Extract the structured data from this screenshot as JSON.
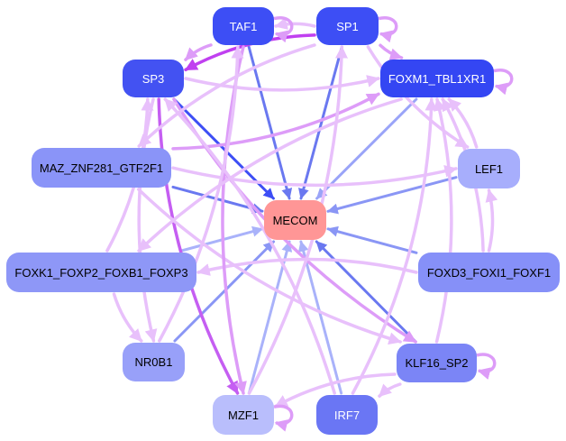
{
  "title": "MECOM regulatory network",
  "nodes": [
    {
      "id": "TAF1",
      "label": "TAF1",
      "color": "#3d4ef5",
      "text": "#ffffff"
    },
    {
      "id": "SP1",
      "label": "SP1",
      "color": "#3d4ef5",
      "text": "#ffffff"
    },
    {
      "id": "SP3",
      "label": "SP3",
      "color": "#4352f2",
      "text": "#ffffff"
    },
    {
      "id": "FOXM1",
      "label": "FOXM1_TBL1XR1",
      "color": "#3446f3",
      "text": "#ffffff"
    },
    {
      "id": "MAZ",
      "label": "MAZ_ZNF281_GTF2F1",
      "color": "#8a94f8",
      "text": "#000000"
    },
    {
      "id": "LEF1",
      "label": "LEF1",
      "color": "#a7aefc",
      "text": "#000000"
    },
    {
      "id": "MECOM",
      "label": "MECOM",
      "color": "#ff9696",
      "text": "#000000"
    },
    {
      "id": "FOXK1",
      "label": "FOXK1_FOXP2_FOXB1_FOXP3",
      "color": "#8e97f7",
      "text": "#000000"
    },
    {
      "id": "FOXD3",
      "label": "FOXD3_FOXI1_FOXF1",
      "color": "#8690f8",
      "text": "#000000"
    },
    {
      "id": "NR0B1",
      "label": "NR0B1",
      "color": "#98a0f9",
      "text": "#000000"
    },
    {
      "id": "KLF16",
      "label": "KLF16_SP2",
      "color": "#7b85f6",
      "text": "#000000"
    },
    {
      "id": "MZF1",
      "label": "MZF1",
      "color": "#b9befc",
      "text": "#000000"
    },
    {
      "id": "IRF7",
      "label": "IRF7",
      "color": "#6a76f4",
      "text": "#ffffff"
    }
  ],
  "edges": [
    {
      "from": "TAF1",
      "to": "MECOM",
      "color": "#6a78f0"
    },
    {
      "from": "SP1",
      "to": "MECOM",
      "color": "#6a78f0"
    },
    {
      "from": "SP3",
      "to": "MECOM",
      "color": "#3d4ef5"
    },
    {
      "from": "FOXM1",
      "to": "MECOM",
      "color": "#9aa4f8"
    },
    {
      "from": "MAZ",
      "to": "MECOM",
      "color": "#6a78f0"
    },
    {
      "from": "LEF1",
      "to": "MECOM",
      "color": "#8a96f5"
    },
    {
      "from": "FOXK1",
      "to": "MECOM",
      "color": "#a9b2fa"
    },
    {
      "from": "FOXD3",
      "to": "MECOM",
      "color": "#8a96f5"
    },
    {
      "from": "NR0B1",
      "to": "MECOM",
      "color": "#8a96f5"
    },
    {
      "from": "KLF16",
      "to": "MECOM",
      "color": "#6a78f0"
    },
    {
      "from": "MZF1",
      "to": "MECOM",
      "color": "#a9b2fa"
    },
    {
      "from": "IRF7",
      "to": "MECOM",
      "color": "#a9b2fa"
    },
    {
      "from": "SP1",
      "to": "SP3",
      "color": "#c040f0"
    },
    {
      "from": "SP3",
      "to": "FOXM1",
      "color": "#e8c0fb"
    },
    {
      "from": "TAF1",
      "to": "SP3",
      "color": "#dd9cf8"
    },
    {
      "from": "SP1",
      "to": "FOXM1",
      "color": "#dd9cf8"
    },
    {
      "from": "SP1",
      "to": "TAF1",
      "color": "#e8c0fb"
    },
    {
      "from": "MAZ",
      "to": "FOXM1",
      "color": "#dd9cf8"
    },
    {
      "from": "MAZ",
      "to": "LEF1",
      "color": "#e8c0fb"
    },
    {
      "from": "SP3",
      "to": "MZF1",
      "color": "#c55ef2"
    },
    {
      "from": "SP3",
      "to": "KLF16",
      "color": "#dd9cf8"
    },
    {
      "from": "MAZ",
      "to": "KLF16",
      "color": "#e8c0fb"
    },
    {
      "from": "FOXD3",
      "to": "FOXK1",
      "color": "#e8c0fb"
    },
    {
      "from": "KLF16",
      "to": "MZF1",
      "color": "#e8c0fb"
    },
    {
      "from": "KLF16",
      "to": "IRF7",
      "color": "#e8c0fb"
    },
    {
      "from": "KLF16",
      "to": "FOXM1",
      "color": "#e8c0fb"
    },
    {
      "from": "FOXK1",
      "to": "SP3",
      "color": "#e8c0fb"
    },
    {
      "from": "SP3",
      "to": "NR0B1",
      "color": "#e8c0fb"
    },
    {
      "from": "FOXK1",
      "to": "NR0B1",
      "color": "#e8c0fb"
    },
    {
      "from": "IRF7",
      "to": "FOXM1",
      "color": "#e8c0fb"
    },
    {
      "from": "FOXD3",
      "to": "FOXM1",
      "color": "#e8c0fb"
    },
    {
      "from": "SP1",
      "to": "LEF1",
      "color": "#e8c0fb"
    },
    {
      "from": "TAF1",
      "to": "MZF1",
      "color": "#dd9cf8"
    },
    {
      "from": "IRF7",
      "to": "SP3",
      "color": "#e8c0fb"
    },
    {
      "from": "FOXM1",
      "to": "FOXK1",
      "color": "#e8c0fb"
    },
    {
      "from": "SP1",
      "to": "MAZ",
      "color": "#e8c0fb"
    },
    {
      "from": "MZF1",
      "to": "SP1",
      "color": "#e8c0fb"
    },
    {
      "from": "NR0B1",
      "to": "TAF1",
      "color": "#e8c0fb"
    },
    {
      "from": "FOXD3",
      "to": "LEF1",
      "color": "#e8c0fb"
    },
    {
      "from": "LEF1",
      "to": "FOXM1",
      "color": "#e8c0fb"
    }
  ],
  "self_loops": [
    "TAF1",
    "SP1",
    "FOXM1",
    "KLF16",
    "MZF1"
  ]
}
